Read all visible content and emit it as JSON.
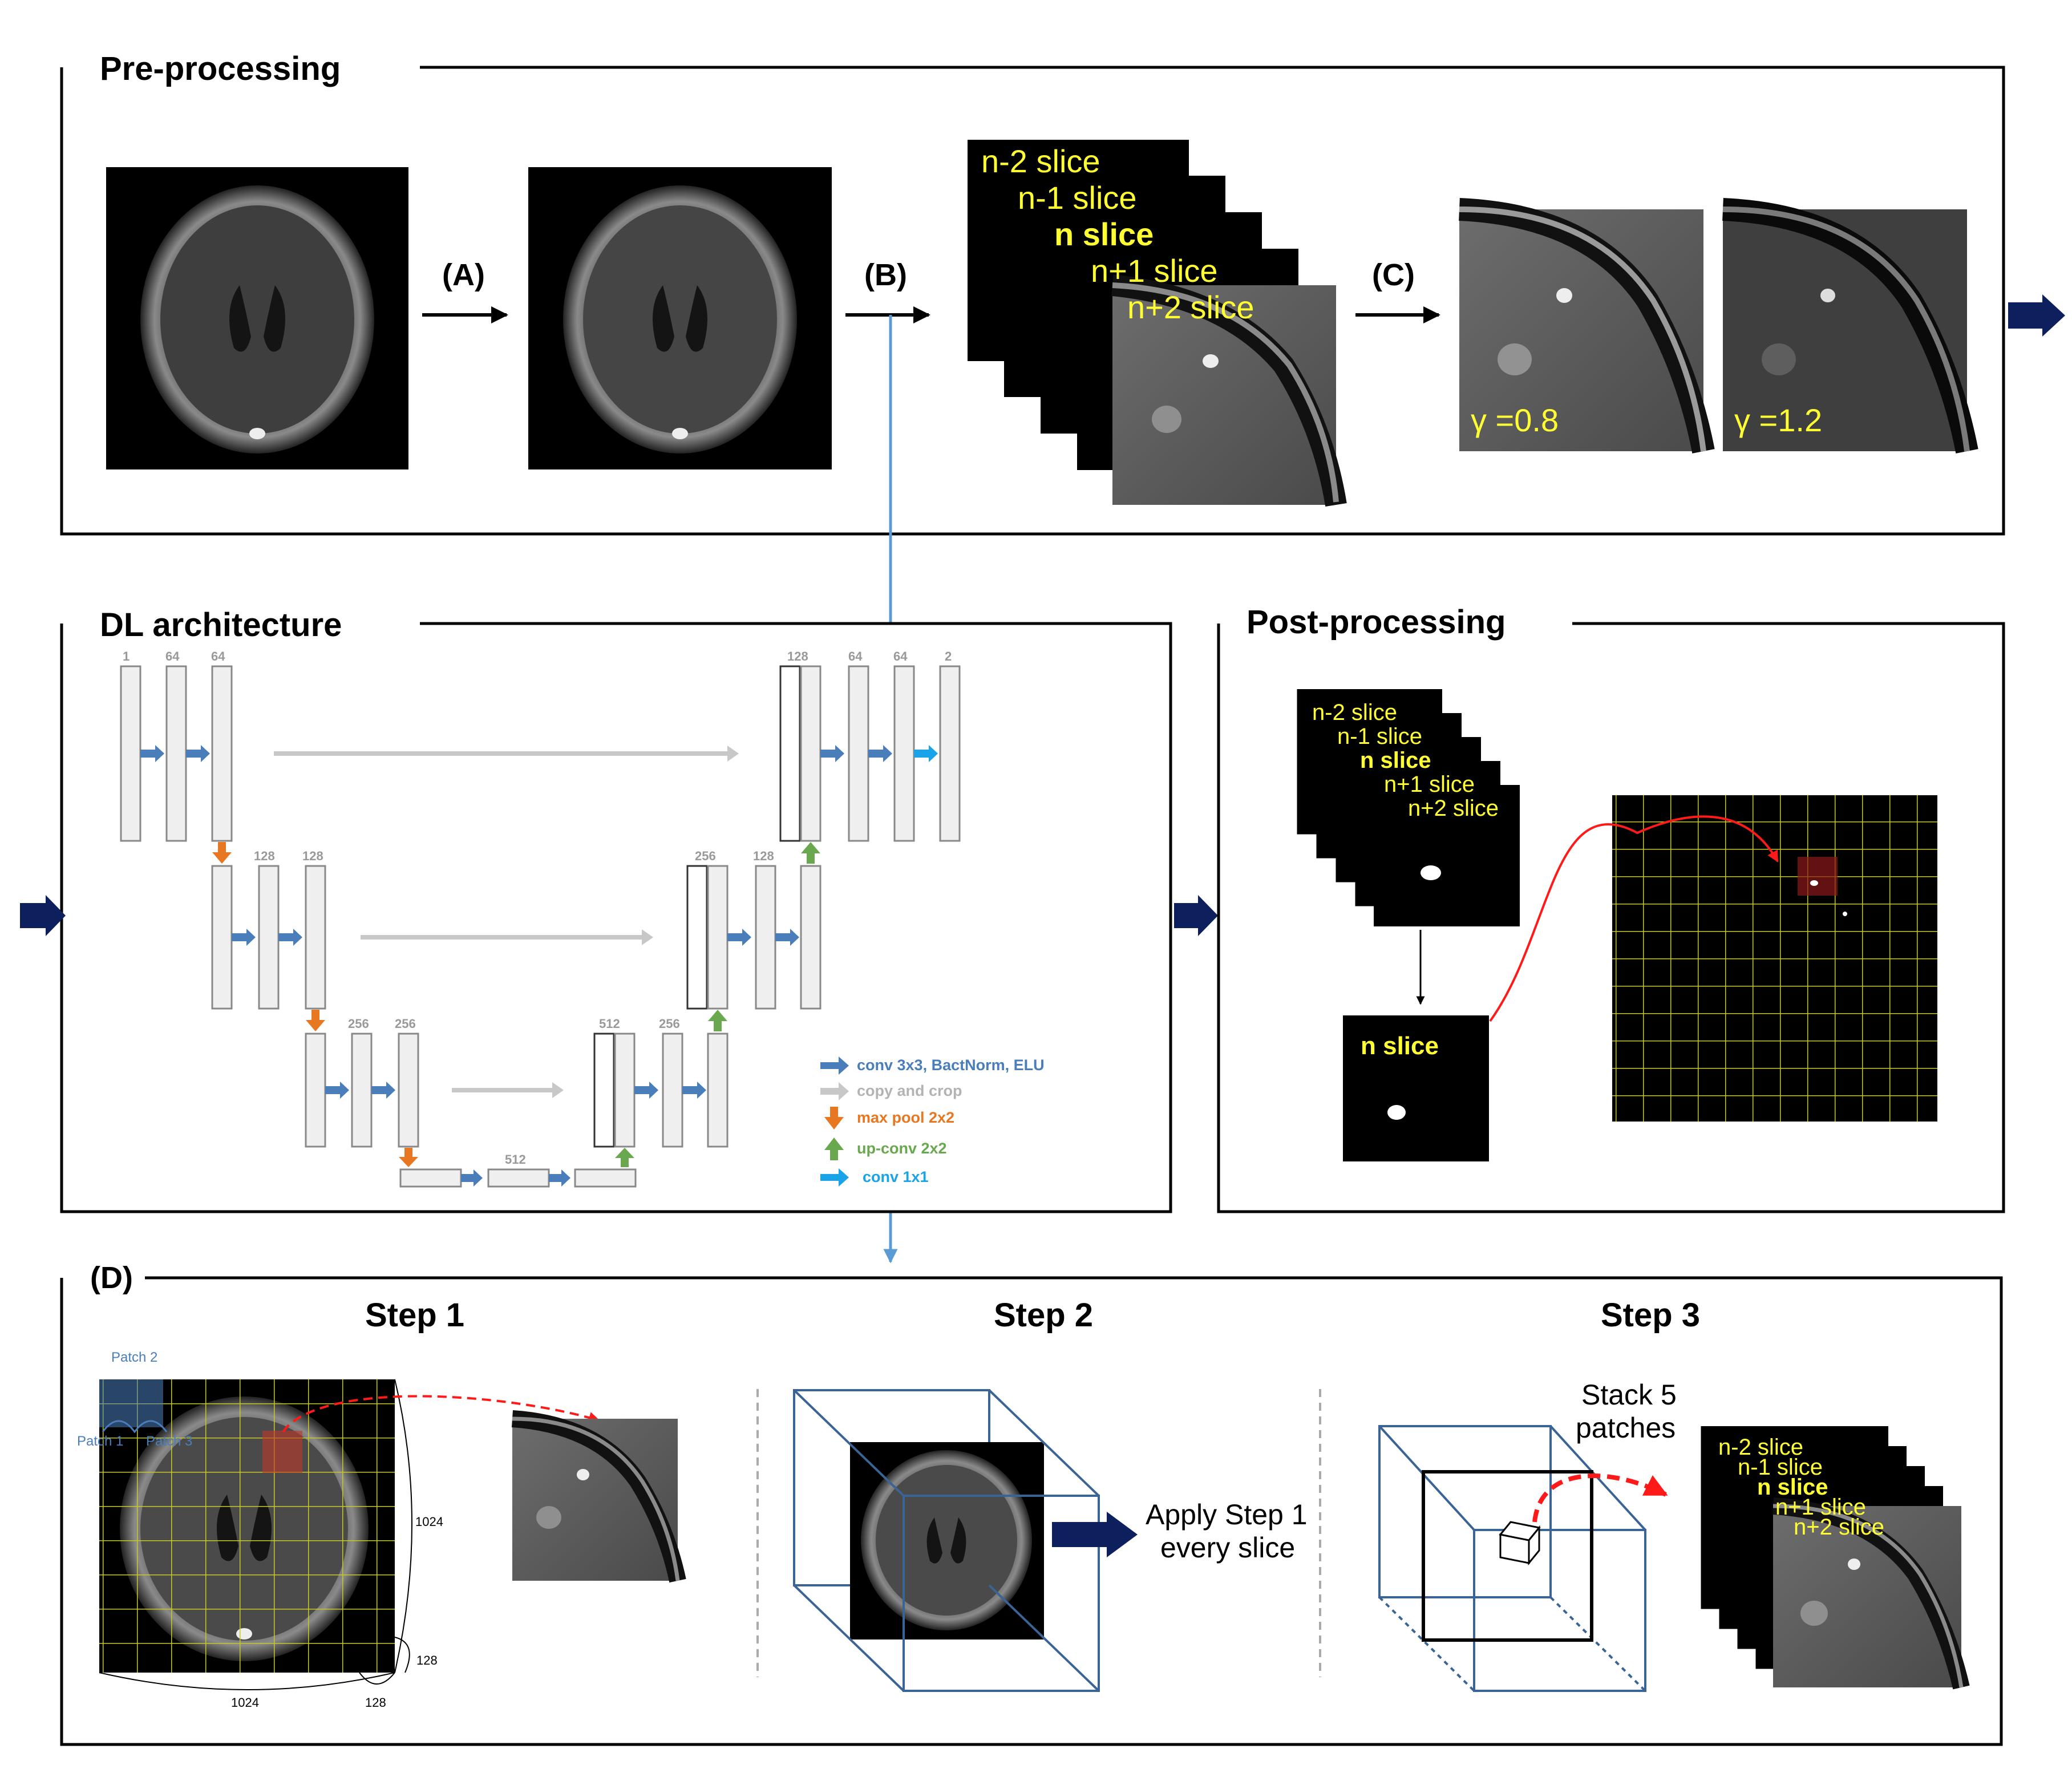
{
  "sections": {
    "pre": "Pre-processing",
    "dl": "DL architecture",
    "post": "Post-processing",
    "d": "(D)"
  },
  "pre": {
    "labels": {
      "a": "(A)",
      "b": "(B)",
      "c": "(C)"
    },
    "slices": [
      "n-2 slice",
      "n-1 slice",
      "n slice",
      "n+1 slice",
      "n+2 slice"
    ],
    "gamma": [
      "γ =0.8",
      "γ =1.2"
    ]
  },
  "unet": {
    "top": [
      "1",
      "64",
      "64",
      "128",
      "64",
      "64",
      "2"
    ],
    "mid": [
      "128",
      "128",
      "256",
      "128"
    ],
    "low": [
      "256",
      "256",
      "512",
      "256"
    ],
    "bottom": "512"
  },
  "legend": {
    "items": [
      {
        "label": "conv 3x3, BactNorm, ELU",
        "color": "#4a7ebb"
      },
      {
        "label": "copy and crop",
        "color": "#b3b3b3"
      },
      {
        "label": "max pool 2x2",
        "color": "#e87722"
      },
      {
        "label": "up-conv 2x2",
        "color": "#6aa84f"
      },
      {
        "label": "conv 1x1",
        "color": "#1aa3e8"
      }
    ]
  },
  "post": {
    "slices": [
      "n-2 slice",
      "n-1 slice",
      "n slice",
      "n+1 slice",
      "n+2 slice"
    ],
    "n_label": "n slice"
  },
  "steps": {
    "s1": "Step 1",
    "s2": "Step 2",
    "s3": "Step 3",
    "patch1": "Patch 1",
    "patch2": "Patch 2",
    "patch3": "Patch 3",
    "dims": [
      "1024",
      "128",
      "1024",
      "128"
    ],
    "apply": [
      "Apply Step 1",
      "every slice"
    ],
    "stack": [
      "Stack 5",
      "patches"
    ],
    "slices": [
      "n-2 slice",
      "n-1 slice",
      "n slice",
      "n+1 slice",
      "n+2 slice"
    ]
  },
  "colors": {
    "navy": "#0d1f5c",
    "yellow": "#ffff33",
    "grid": "#c8c82a",
    "link": "#5b9bd5",
    "red": "#ff1a1a",
    "cube": "#3a6496"
  }
}
